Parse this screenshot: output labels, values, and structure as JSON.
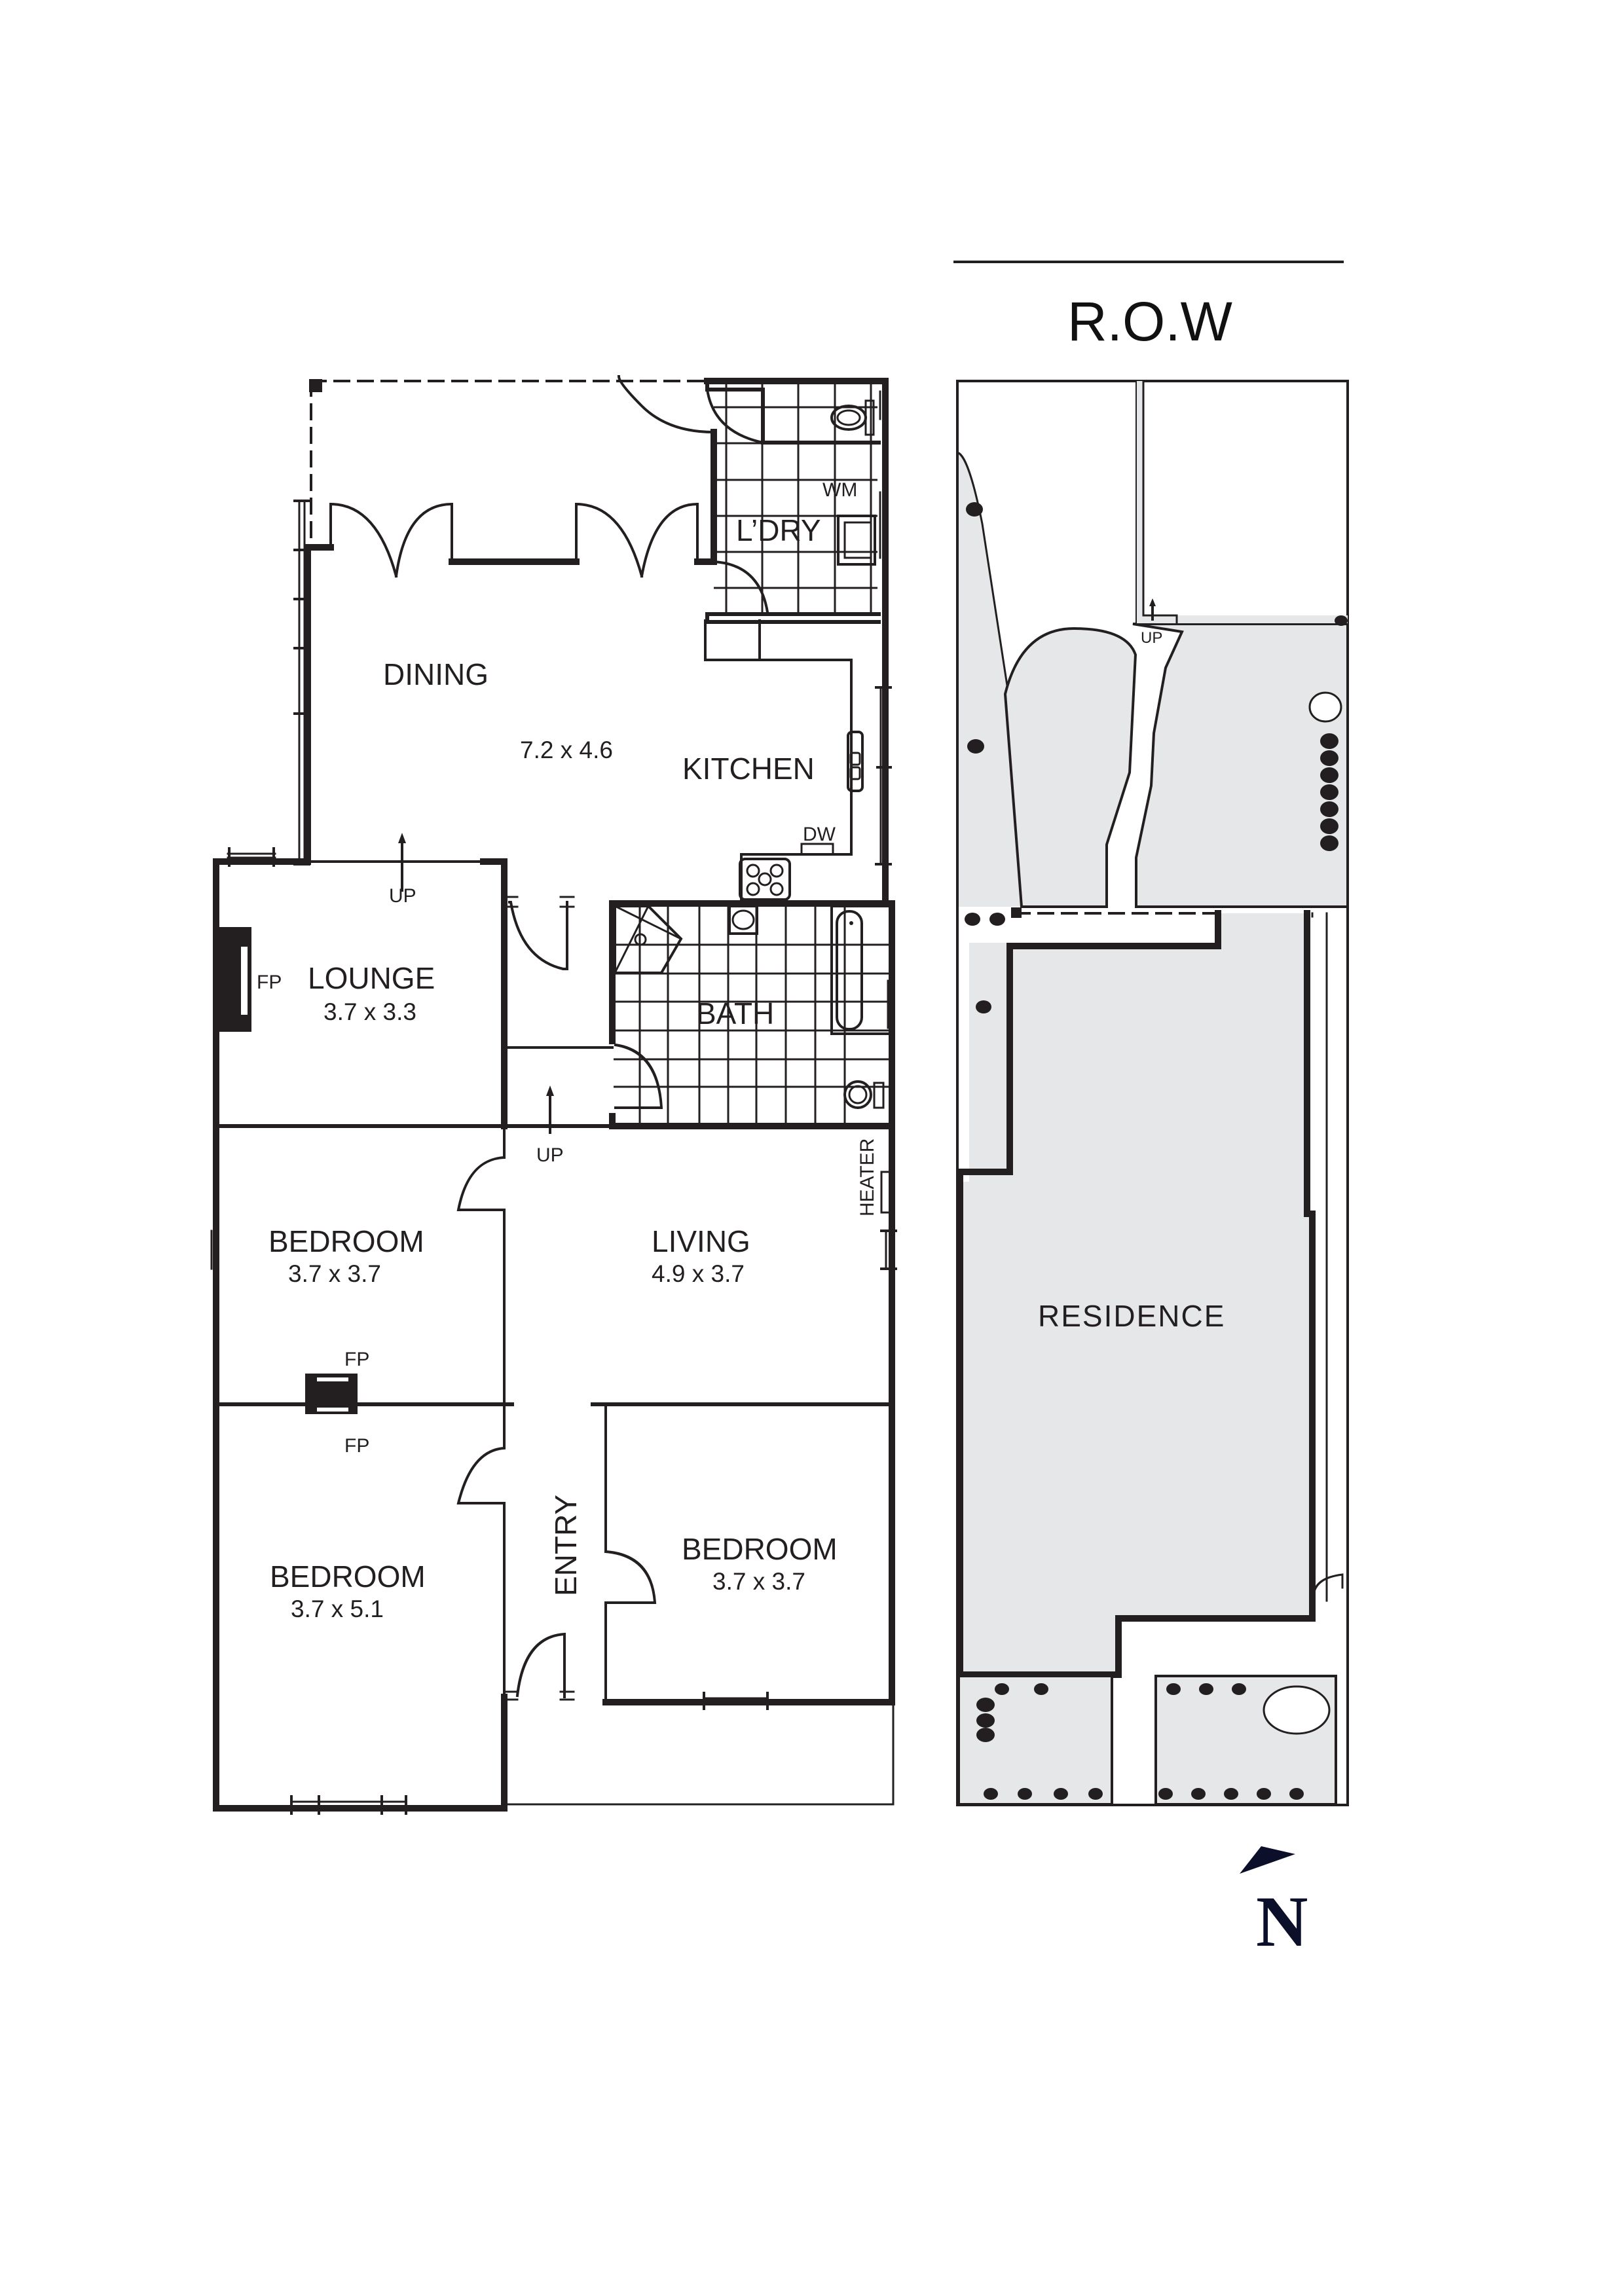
{
  "floor_plan": {
    "rooms": [
      {
        "id": "dining",
        "label": "DINING",
        "dimensions": "7.2 x 4.6"
      },
      {
        "id": "kitchen",
        "label": "KITCHEN",
        "dimensions": ""
      },
      {
        "id": "laundry",
        "label": "L’DRY",
        "dimensions": ""
      },
      {
        "id": "lounge",
        "label": "LOUNGE",
        "dimensions": "3.7 x 3.3"
      },
      {
        "id": "bath",
        "label": "BATH",
        "dimensions": ""
      },
      {
        "id": "bedroom1",
        "label": "BEDROOM",
        "dimensions": "3.7 x 3.7"
      },
      {
        "id": "living",
        "label": "LIVING",
        "dimensions": "4.9 x 3.7"
      },
      {
        "id": "bedroom2",
        "label": "BEDROOM",
        "dimensions": "3.7 x 5.1"
      },
      {
        "id": "bedroom3",
        "label": "BEDROOM",
        "dimensions": "3.7 x 3.7"
      },
      {
        "id": "entry",
        "label": "ENTRY",
        "dimensions": ""
      }
    ],
    "fixtures": {
      "washing_machine": "WM",
      "dishwasher": "DW",
      "fireplace": "FP",
      "heater": "HEATER",
      "step_up": "UP"
    }
  },
  "site_plan": {
    "boundary_label": "R.O.W",
    "building_label": "RESIDENCE",
    "step_up": "UP"
  },
  "compass": {
    "label": "N",
    "icon": "north-arrow-icon",
    "color": "#0b0f2a"
  },
  "colors": {
    "line": "#231f20",
    "landscape_fill": "#e6e7e8",
    "background": "#ffffff"
  }
}
